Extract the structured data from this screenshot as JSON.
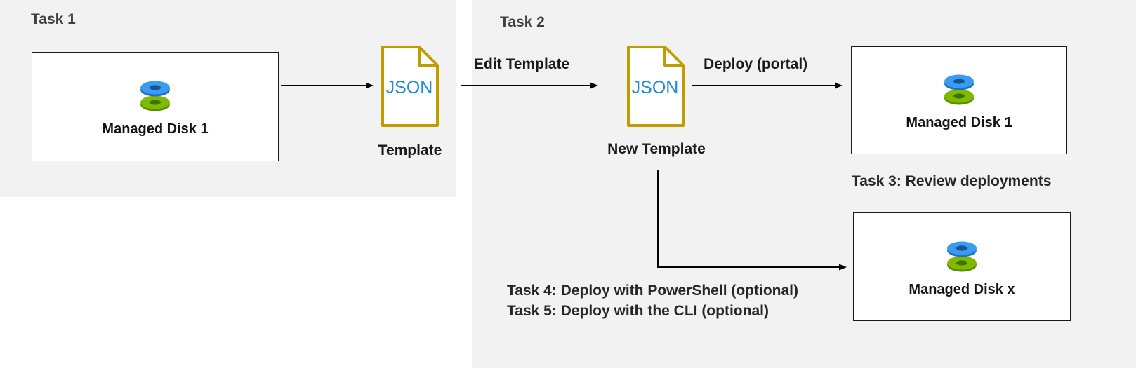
{
  "task1": {
    "heading": "Task 1",
    "disk_box": {
      "label": "Managed Disk 1"
    },
    "template_file": {
      "text": "JSON",
      "caption": "Template"
    }
  },
  "task2": {
    "heading": "Task 2",
    "edit_arrow_label": "Edit Template",
    "template_file": {
      "text": "JSON",
      "caption": "New Template"
    },
    "deploy_arrow_label": "Deploy (portal)",
    "disk_box_1": {
      "label": "Managed Disk 1"
    },
    "task3_heading": "Task 3: Review deployments",
    "disk_box_x": {
      "label": "Managed Disk x"
    },
    "task4_label": "Task 4: Deploy with PowerShell (optional)",
    "task5_label": "Task 5: Deploy with the CLI (optional)"
  },
  "colors": {
    "panel_bg": "#f2f2f2",
    "file_border": "#c19c00",
    "file_text": "#1e8bd0",
    "disk_blue": "#3b9bf0",
    "disk_blue_dark": "#17548f",
    "disk_green": "#7fba00",
    "disk_green_dark": "#3f7300",
    "arrow": "#000000"
  }
}
